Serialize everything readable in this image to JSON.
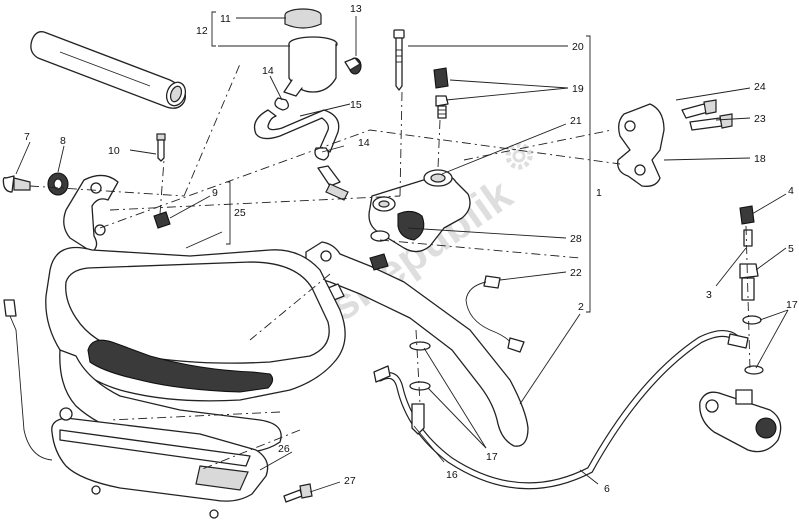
{
  "watermark": "PartsRepublik",
  "callouts": [
    {
      "id": "c1",
      "label": "1"
    },
    {
      "id": "c2",
      "label": "2"
    },
    {
      "id": "c3",
      "label": "3"
    },
    {
      "id": "c4",
      "label": "4"
    },
    {
      "id": "c5",
      "label": "5"
    },
    {
      "id": "c6",
      "label": "6"
    },
    {
      "id": "c7",
      "label": "7"
    },
    {
      "id": "c8",
      "label": "8"
    },
    {
      "id": "c9",
      "label": "9"
    },
    {
      "id": "c10",
      "label": "10"
    },
    {
      "id": "c11",
      "label": "11"
    },
    {
      "id": "c12",
      "label": "12"
    },
    {
      "id": "c13",
      "label": "13"
    },
    {
      "id": "c14a",
      "label": "14"
    },
    {
      "id": "c14b",
      "label": "14"
    },
    {
      "id": "c15",
      "label": "15"
    },
    {
      "id": "c16",
      "label": "16"
    },
    {
      "id": "c17a",
      "label": "17"
    },
    {
      "id": "c17b",
      "label": "17"
    },
    {
      "id": "c18",
      "label": "18"
    },
    {
      "id": "c19",
      "label": "19"
    },
    {
      "id": "c20",
      "label": "20"
    },
    {
      "id": "c21",
      "label": "21"
    },
    {
      "id": "c22",
      "label": "22"
    },
    {
      "id": "c23",
      "label": "23"
    },
    {
      "id": "c24",
      "label": "24"
    },
    {
      "id": "c25",
      "label": "25"
    },
    {
      "id": "c26",
      "label": "26"
    },
    {
      "id": "c27",
      "label": "27"
    },
    {
      "id": "c28",
      "label": "28"
    }
  ]
}
